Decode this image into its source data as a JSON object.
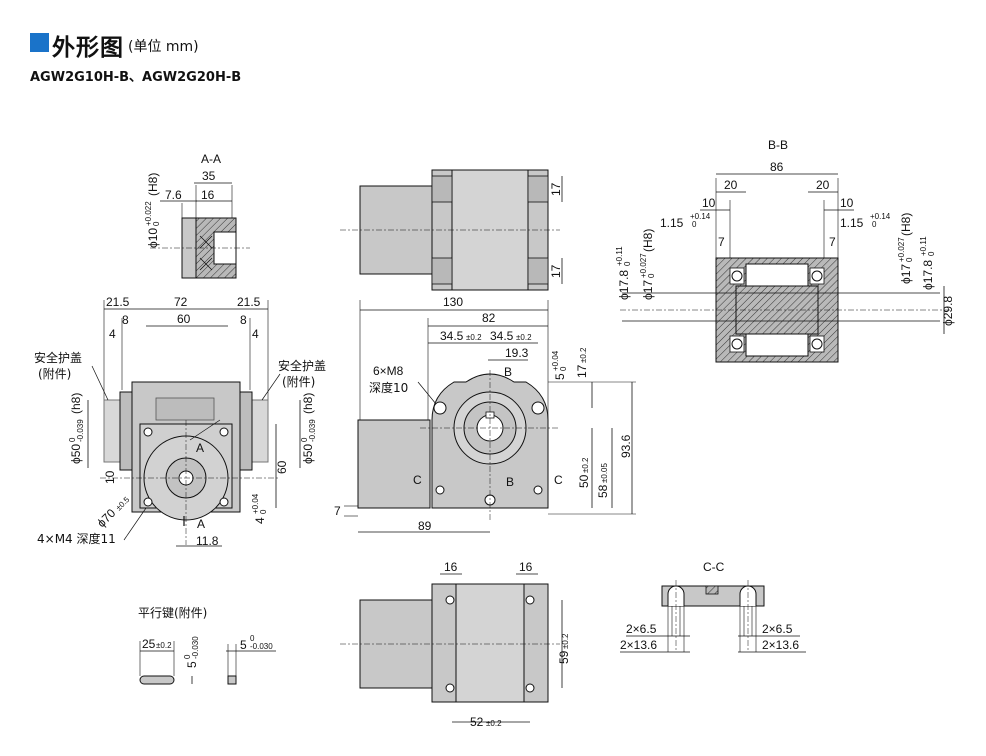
{
  "header": {
    "title": "外形图",
    "unit": "(单位 mm)",
    "model": "AGW2G10H-B、AGW2G20H-B"
  },
  "section_labels": {
    "aa": "A-A",
    "bb": "B-B",
    "cc": "C-C",
    "key": "平行键(附件)"
  },
  "view_aa": {
    "d35": "35",
    "d76": "7.6",
    "d16": "16",
    "phi10": "ϕ10",
    "tol_up": "+0.022",
    "tol_lo": "0",
    "h8": "(H8)"
  },
  "front_view": {
    "d215_l": "21.5",
    "d72": "72",
    "d215_r": "21.5",
    "d8_l": "8",
    "d60": "60",
    "d8_r": "8",
    "d4_l": "4",
    "d4_r": "4",
    "cover_l_1": "安全护盖",
    "cover_l_2": "(附件)",
    "cover_r_1": "安全护盖",
    "cover_r_2": "(附件)",
    "phi50_l": "ϕ50",
    "phi50_l_tol_up": "0",
    "phi50_l_tol_lo": "-0.039",
    "phi50_l_h": "(h8)",
    "phi50_r": "ϕ50",
    "phi50_r_tol_up": "0",
    "phi50_r_tol_lo": "-0.039",
    "phi50_r_h": "(h8)",
    "d10": "10",
    "d60_v": "60",
    "d4_v": "4",
    "d4_v_tol_up": "+0.04",
    "d4_v_tol_lo": "0",
    "phi70": "ϕ70",
    "phi70_tol": "±0.5",
    "label_a_top": "A",
    "label_a_bot": "A",
    "holes": "4×M4 深度11",
    "d118": "11.8"
  },
  "top_view": {
    "d17_top": "17",
    "d17_bot": "17"
  },
  "side_view": {
    "d130": "130",
    "d82": "82",
    "d345_l": "34.5",
    "d345_l_tol": "±0.2",
    "d345_r": "34.5",
    "d345_r_tol": "±0.2",
    "d193": "19.3",
    "b_top": "B",
    "b_bot": "B",
    "holes_1": "6×M8",
    "holes_2": "深度10",
    "d5": "5",
    "d5_tol_up": "+0.04",
    "d5_tol_lo": "0",
    "d17": "17",
    "d17_tol": "±0.2",
    "d936": "93.6",
    "d50": "50",
    "d50_tol": "±0.2",
    "d58": "58",
    "d58_tol": "±0.05",
    "c_l": "C",
    "c_r": "C",
    "d7": "7",
    "d89": "89"
  },
  "bottom_view": {
    "d16_l": "16",
    "d16_r": "16",
    "d59": "59",
    "d59_tol": "±0.2",
    "d52": "52",
    "d52_tol": "±0.2"
  },
  "view_bb": {
    "d86": "86",
    "d20_l": "20",
    "d20_r": "20",
    "d10_l": "10",
    "d10_r": "10",
    "d115_l": "1.15",
    "d115_r": "1.15",
    "tol014_up": "+0.14",
    "tol014_lo": "0",
    "d7_l": "7",
    "d7_r": "7",
    "phi178_l": "ϕ17.8",
    "phi178_tol_up": "+0.11",
    "phi178_tol_lo": "0",
    "phi17_l": "ϕ17",
    "phi17_tol_up": "+0.027",
    "phi17_tol_lo": "0",
    "h8": "(H8)",
    "phi17_r": "ϕ17",
    "phi178_r": "ϕ17.8",
    "phi298": "ϕ29.8"
  },
  "key_view": {
    "d25": "25",
    "d25_tol": "±0.2",
    "d5_a": "5",
    "d5_a_tol_up": "0",
    "d5_a_tol_lo": "-0.030",
    "d5_b": "5",
    "d5_b_tol_up": "0",
    "d5_b_tol_lo": "-0.030"
  },
  "view_cc": {
    "d65_l": "2×6.5",
    "d136_l": "2×13.6",
    "d65_r": "2×6.5",
    "d136_r": "2×13.6"
  },
  "colors": {
    "body": "#c8c8c8",
    "body_dark": "#9a9a9a",
    "line": "#111111",
    "accent": "#1a73c9"
  }
}
